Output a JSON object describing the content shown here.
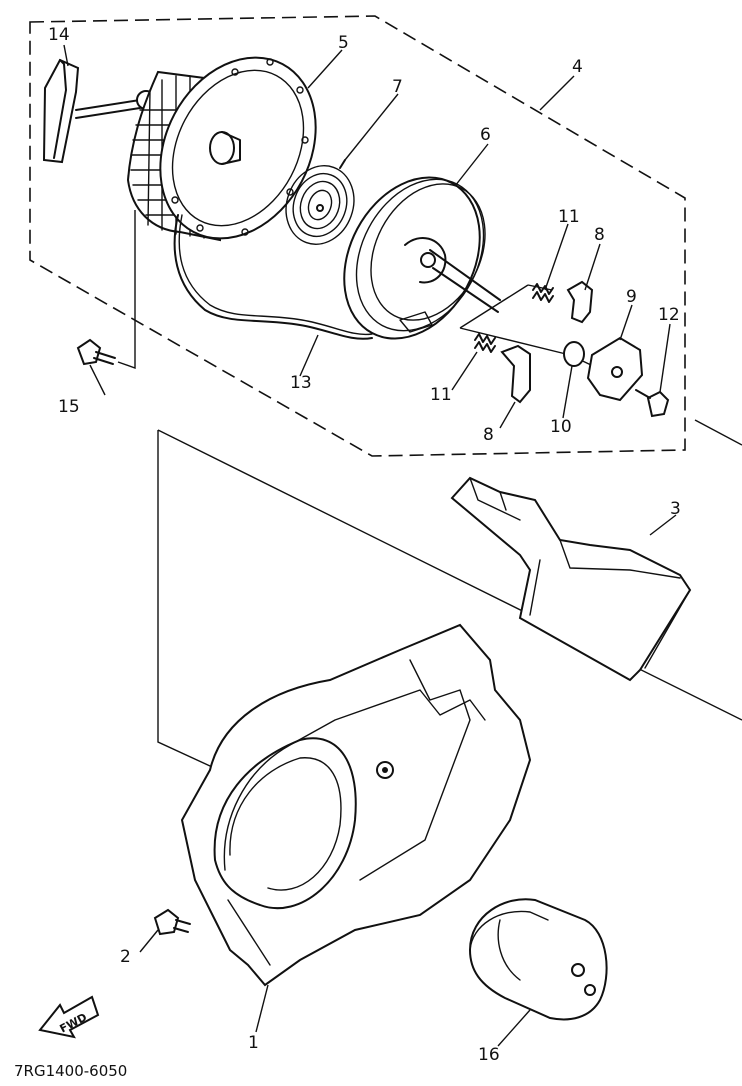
{
  "drawing_code": "7RG1400-6050",
  "direction_label": "FWD",
  "callouts": [
    {
      "id": "c1",
      "label": "1"
    },
    {
      "id": "c2",
      "label": "2"
    },
    {
      "id": "c3",
      "label": "3"
    },
    {
      "id": "c4",
      "label": "4"
    },
    {
      "id": "c5",
      "label": "5"
    },
    {
      "id": "c6",
      "label": "6"
    },
    {
      "id": "c7",
      "label": "7"
    },
    {
      "id": "c8a",
      "label": "8"
    },
    {
      "id": "c8b",
      "label": "8"
    },
    {
      "id": "c9",
      "label": "9"
    },
    {
      "id": "c10",
      "label": "10"
    },
    {
      "id": "c11a",
      "label": "11"
    },
    {
      "id": "c11b",
      "label": "11"
    },
    {
      "id": "c12",
      "label": "12"
    },
    {
      "id": "c13",
      "label": "13"
    },
    {
      "id": "c14",
      "label": "14"
    },
    {
      "id": "c15",
      "label": "15"
    },
    {
      "id": "c16",
      "label": "16"
    }
  ]
}
